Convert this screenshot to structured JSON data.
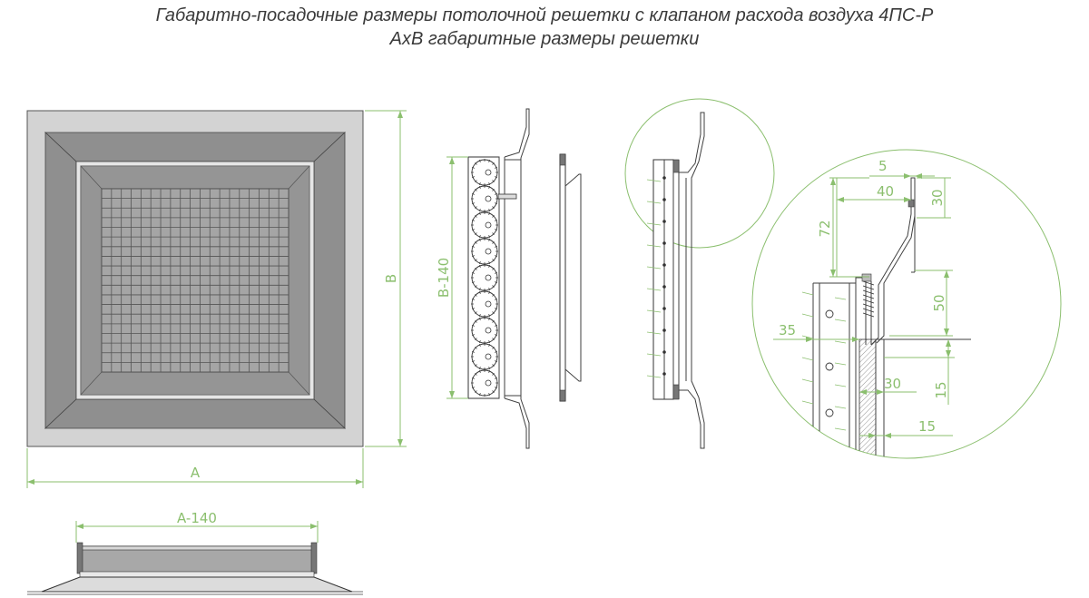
{
  "title": {
    "line1": "Габаритно-посадочные размеры потолочной решетки с клапаном расхода воздуха 4ПС-Р",
    "line2": "АхВ габаритные размеры решетки"
  },
  "front_view": {
    "label_a": "A",
    "label_b": "B"
  },
  "bottom_view": {
    "label_a140": "A-140"
  },
  "side_view": {
    "label_b140": "B-140"
  },
  "detail_view": {
    "dims": {
      "d5": "5",
      "d40": "40",
      "d30_top": "30",
      "d72": "72",
      "d50": "50",
      "d35": "35",
      "d30_mid": "30",
      "d15_right": "15",
      "d15_bottom": "15"
    }
  },
  "colors": {
    "dimension": "#8bbf6e",
    "outline": "#3f3f3f",
    "frame_outer": "#d3d3d3",
    "frame_bevel": "#8f8f8f",
    "grid_bg": "#a5a5a5",
    "grid_line": "#555555"
  }
}
